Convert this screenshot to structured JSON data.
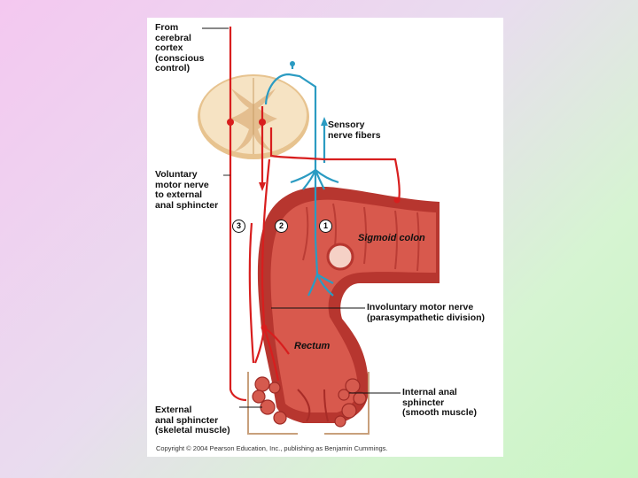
{
  "labels": {
    "from_cortex": "From\ncerebral\ncortex\n(conscious\ncontrol)",
    "sensory": "Sensory\nnerve fibers",
    "voluntary": "Voluntary\nmotor nerve\nto external\nanal sphincter",
    "sigmoid": "Sigmoid colon",
    "involuntary": "Involuntary motor nerve\n(parasympathetic division)",
    "rectum": "Rectum",
    "internal": "Internal anal\nsphincter\n(smooth muscle)",
    "external": "External\nanal sphincter\n(skeletal muscle)"
  },
  "numbers": {
    "n1": "1",
    "n2": "2",
    "n3": "3"
  },
  "copyright": "Copyright © 2004 Pearson Education, Inc., publishing as Benjamin Cummings.",
  "colors": {
    "motor_nerve": "#d81e1e",
    "sensory_nerve": "#2b9bc2",
    "spinal_cord": "#f3dcb8",
    "colon_wall": "#c8413c",
    "colon_lumen": "#d4554a"
  }
}
